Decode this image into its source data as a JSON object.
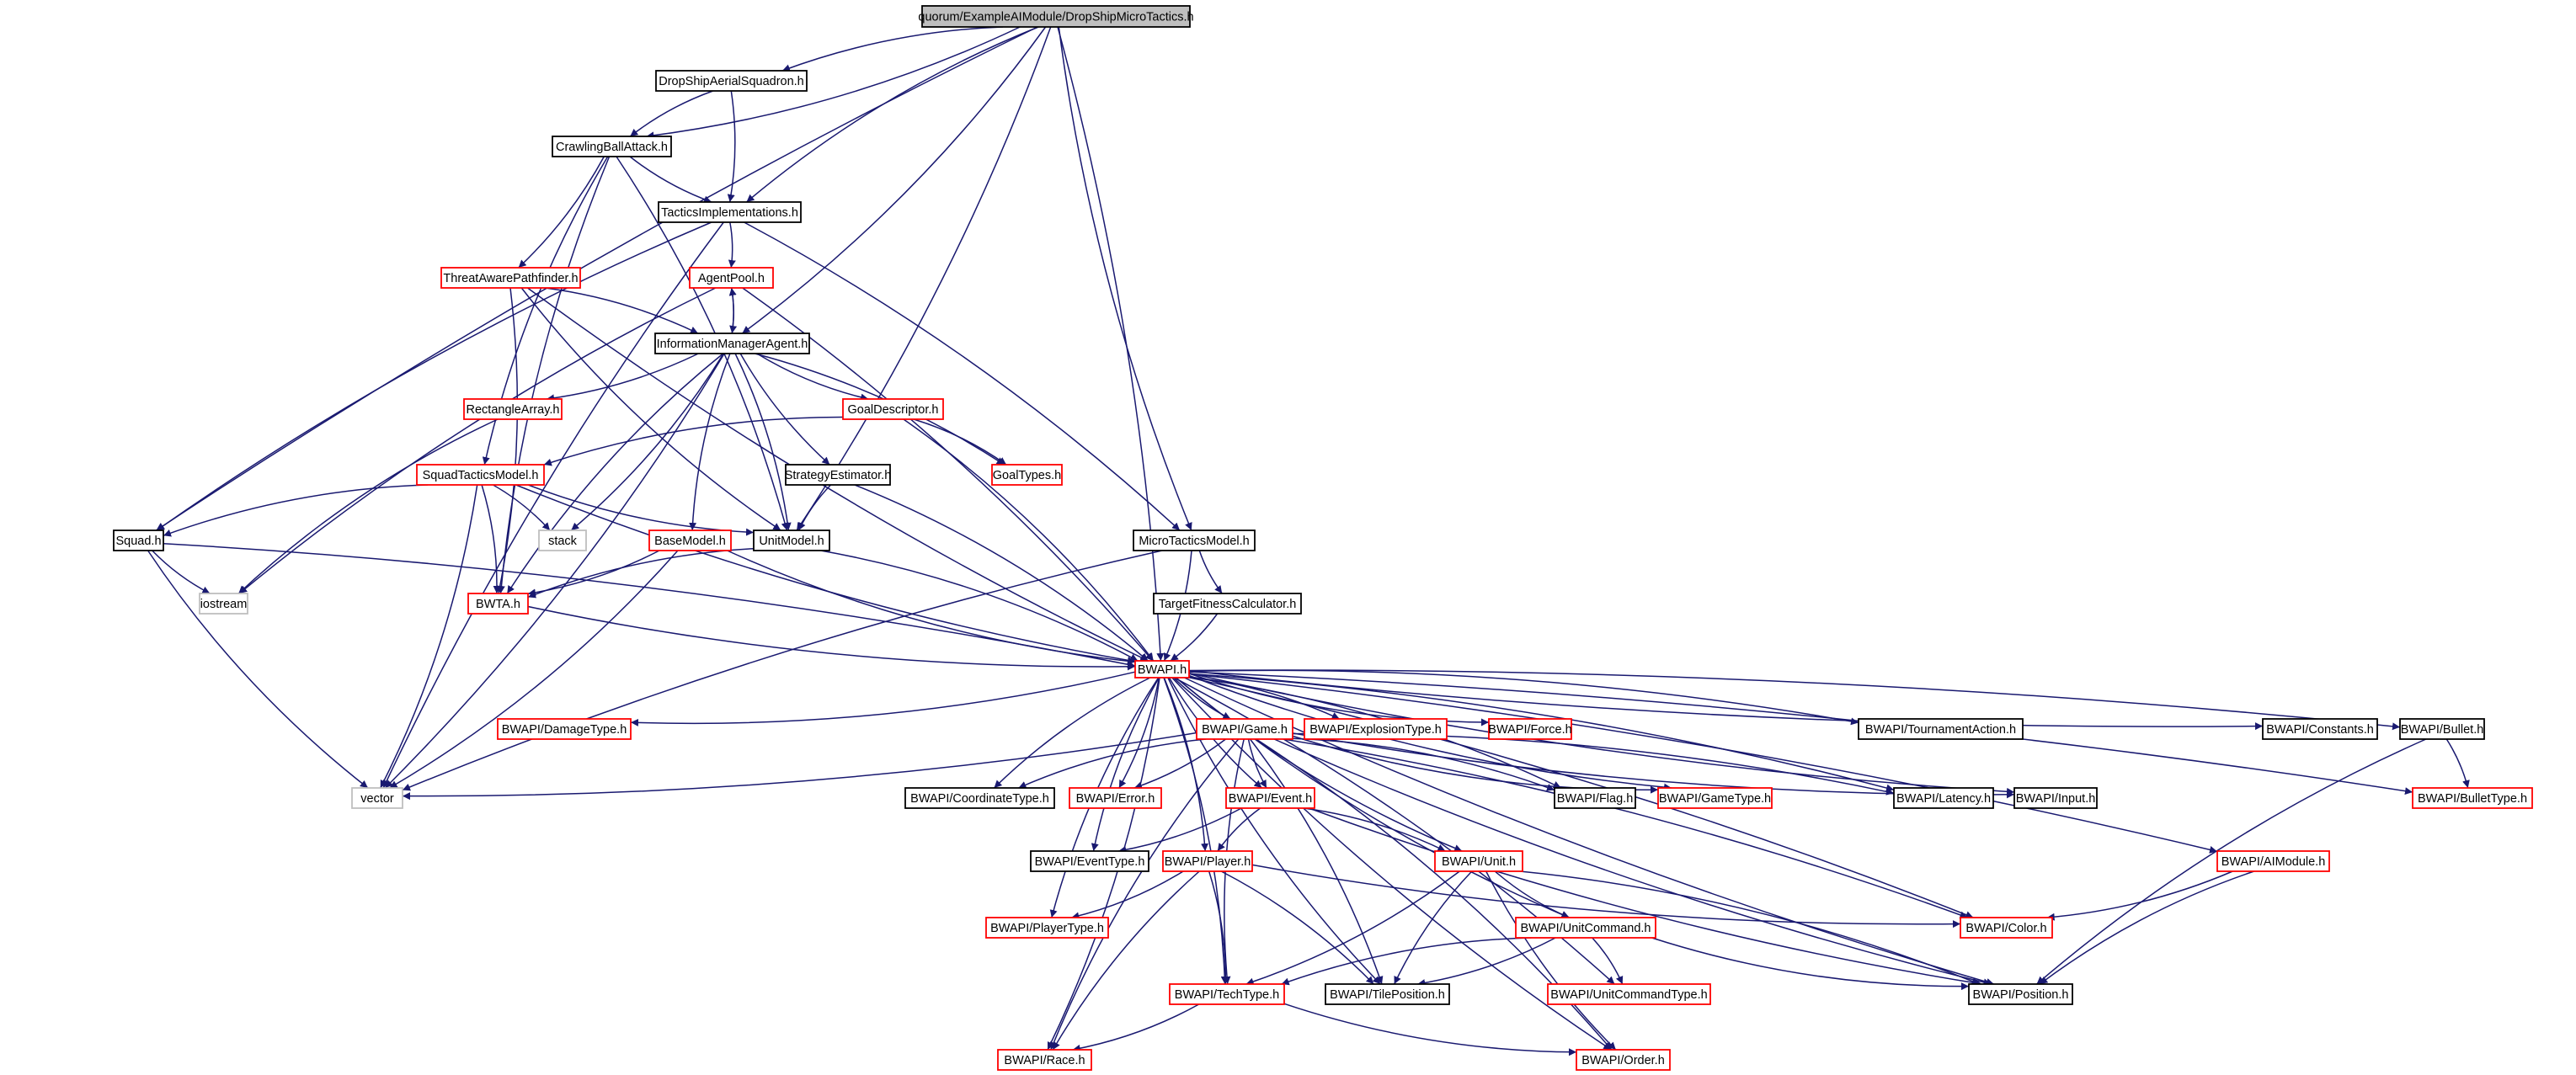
{
  "diagram": {
    "type": "include-dependency-graph",
    "colors": {
      "root_fill": "#bfbfbf",
      "node_fill": "#ffffff",
      "border_default": "#000000",
      "border_truncated": "#ff0000",
      "border_leaf": "#bfbfbf",
      "edge": "#191970"
    },
    "nodes": [
      {
        "id": "root",
        "label": "quorum/ExampleAIModule/DropShipMicroTactics.h",
        "style": "root"
      },
      {
        "id": "dsas",
        "label": "DropShipAerialSquadron.h",
        "style": "default"
      },
      {
        "id": "cba",
        "label": "CrawlingBallAttack.h",
        "style": "default"
      },
      {
        "id": "ti",
        "label": "TacticsImplementations.h",
        "style": "default"
      },
      {
        "id": "tapf",
        "label": "ThreatAwarePathfinder.h",
        "style": "truncated"
      },
      {
        "id": "ap",
        "label": "AgentPool.h",
        "style": "truncated"
      },
      {
        "id": "ima",
        "label": "InformationManagerAgent.h",
        "style": "default"
      },
      {
        "id": "ra",
        "label": "RectangleArray.h",
        "style": "truncated"
      },
      {
        "id": "gd",
        "label": "GoalDescriptor.h",
        "style": "truncated"
      },
      {
        "id": "gt",
        "label": "GoalTypes.h",
        "style": "truncated"
      },
      {
        "id": "stm",
        "label": "SquadTacticsModel.h",
        "style": "truncated"
      },
      {
        "id": "se",
        "label": "StrategyEstimator.h",
        "style": "default"
      },
      {
        "id": "sq",
        "label": "Squad.h",
        "style": "default"
      },
      {
        "id": "stack",
        "label": "stack",
        "style": "leaf"
      },
      {
        "id": "bm",
        "label": "BaseModel.h",
        "style": "truncated"
      },
      {
        "id": "um",
        "label": "UnitModel.h",
        "style": "default"
      },
      {
        "id": "mtm",
        "label": "MicroTacticsModel.h",
        "style": "default"
      },
      {
        "id": "iostream",
        "label": "iostream",
        "style": "leaf"
      },
      {
        "id": "bwta",
        "label": "BWTA.h",
        "style": "truncated"
      },
      {
        "id": "tfc",
        "label": "TargetFitnessCalculator.h",
        "style": "default"
      },
      {
        "id": "bwapi",
        "label": "BWAPI.h",
        "style": "truncated"
      },
      {
        "id": "dmg",
        "label": "BWAPI/DamageType.h",
        "style": "truncated"
      },
      {
        "id": "game",
        "label": "BWAPI/Game.h",
        "style": "truncated"
      },
      {
        "id": "expl",
        "label": "BWAPI/ExplosionType.h",
        "style": "truncated"
      },
      {
        "id": "force",
        "label": "BWAPI/Force.h",
        "style": "truncated"
      },
      {
        "id": "tourn",
        "label": "BWAPI/TournamentAction.h",
        "style": "default"
      },
      {
        "id": "const",
        "label": "BWAPI/Constants.h",
        "style": "default"
      },
      {
        "id": "bullet",
        "label": "BWAPI/Bullet.h",
        "style": "default"
      },
      {
        "id": "vector",
        "label": "vector",
        "style": "leaf"
      },
      {
        "id": "coord",
        "label": "BWAPI/CoordinateType.h",
        "style": "default"
      },
      {
        "id": "error",
        "label": "BWAPI/Error.h",
        "style": "truncated"
      },
      {
        "id": "event",
        "label": "BWAPI/Event.h",
        "style": "truncated"
      },
      {
        "id": "flag",
        "label": "BWAPI/Flag.h",
        "style": "default"
      },
      {
        "id": "gtype",
        "label": "BWAPI/GameType.h",
        "style": "truncated"
      },
      {
        "id": "lat",
        "label": "BWAPI/Latency.h",
        "style": "default"
      },
      {
        "id": "input",
        "label": "BWAPI/Input.h",
        "style": "default"
      },
      {
        "id": "btype",
        "label": "BWAPI/BulletType.h",
        "style": "truncated"
      },
      {
        "id": "evtype",
        "label": "BWAPI/EventType.h",
        "style": "default"
      },
      {
        "id": "player",
        "label": "BWAPI/Player.h",
        "style": "truncated"
      },
      {
        "id": "unit",
        "label": "BWAPI/Unit.h",
        "style": "truncated"
      },
      {
        "id": "aimod",
        "label": "BWAPI/AIModule.h",
        "style": "truncated"
      },
      {
        "id": "ptype",
        "label": "BWAPI/PlayerType.h",
        "style": "truncated"
      },
      {
        "id": "color",
        "label": "BWAPI/Color.h",
        "style": "truncated"
      },
      {
        "id": "ucmd",
        "label": "BWAPI/UnitCommand.h",
        "style": "truncated"
      },
      {
        "id": "tech",
        "label": "BWAPI/TechType.h",
        "style": "truncated"
      },
      {
        "id": "tilepos",
        "label": "BWAPI/TilePosition.h",
        "style": "default"
      },
      {
        "id": "uctype",
        "label": "BWAPI/UnitCommandType.h",
        "style": "truncated"
      },
      {
        "id": "pos",
        "label": "BWAPI/Position.h",
        "style": "default"
      },
      {
        "id": "race",
        "label": "BWAPI/Race.h",
        "style": "truncated"
      },
      {
        "id": "order",
        "label": "BWAPI/Order.h",
        "style": "truncated"
      }
    ],
    "edges": [
      [
        "root",
        "dsas"
      ],
      [
        "root",
        "cba"
      ],
      [
        "root",
        "ti"
      ],
      [
        "root",
        "ima"
      ],
      [
        "root",
        "sq"
      ],
      [
        "root",
        "um"
      ],
      [
        "root",
        "mtm"
      ],
      [
        "root",
        "bwapi"
      ],
      [
        "dsas",
        "cba"
      ],
      [
        "dsas",
        "ti"
      ],
      [
        "cba",
        "ti"
      ],
      [
        "cba",
        "tapf"
      ],
      [
        "cba",
        "stm"
      ],
      [
        "cba",
        "um"
      ],
      [
        "cba",
        "bwta"
      ],
      [
        "ti",
        "ap"
      ],
      [
        "ti",
        "sq"
      ],
      [
        "ti",
        "mtm"
      ],
      [
        "ti",
        "vector"
      ],
      [
        "tapf",
        "ima"
      ],
      [
        "tapf",
        "um"
      ],
      [
        "tapf",
        "bwta"
      ],
      [
        "tapf",
        "bwapi"
      ],
      [
        "ap",
        "ima"
      ],
      [
        "ap",
        "iostream"
      ],
      [
        "ap",
        "bwapi"
      ],
      [
        "ima",
        "ap"
      ],
      [
        "ima",
        "ra"
      ],
      [
        "ima",
        "gd"
      ],
      [
        "ima",
        "gt"
      ],
      [
        "ima",
        "se"
      ],
      [
        "ima",
        "stack"
      ],
      [
        "ima",
        "bm"
      ],
      [
        "ima",
        "um"
      ],
      [
        "ima",
        "bwta"
      ],
      [
        "ima",
        "vector"
      ],
      [
        "ra",
        "iostream"
      ],
      [
        "gd",
        "gt"
      ],
      [
        "gd",
        "stm"
      ],
      [
        "gd",
        "bwapi"
      ],
      [
        "stm",
        "sq"
      ],
      [
        "stm",
        "stack"
      ],
      [
        "stm",
        "um"
      ],
      [
        "stm",
        "bwta"
      ],
      [
        "stm",
        "bwapi"
      ],
      [
        "stm",
        "vector"
      ],
      [
        "se",
        "um"
      ],
      [
        "se",
        "bwapi"
      ],
      [
        "sq",
        "iostream"
      ],
      [
        "sq",
        "bwapi"
      ],
      [
        "sq",
        "vector"
      ],
      [
        "bm",
        "bwta"
      ],
      [
        "bm",
        "bwapi"
      ],
      [
        "bm",
        "vector"
      ],
      [
        "um",
        "bwta"
      ],
      [
        "um",
        "bwapi"
      ],
      [
        "mtm",
        "tfc"
      ],
      [
        "mtm",
        "bwapi"
      ],
      [
        "mtm",
        "vector"
      ],
      [
        "tfc",
        "bwapi"
      ],
      [
        "bwta",
        "bwapi"
      ],
      [
        "bwapi",
        "dmg"
      ],
      [
        "bwapi",
        "game"
      ],
      [
        "bwapi",
        "expl"
      ],
      [
        "bwapi",
        "force"
      ],
      [
        "bwapi",
        "tourn"
      ],
      [
        "bwapi",
        "const"
      ],
      [
        "bwapi",
        "bullet"
      ],
      [
        "bwapi",
        "coord"
      ],
      [
        "bwapi",
        "error"
      ],
      [
        "bwapi",
        "event"
      ],
      [
        "bwapi",
        "flag"
      ],
      [
        "bwapi",
        "gtype"
      ],
      [
        "bwapi",
        "lat"
      ],
      [
        "bwapi",
        "input"
      ],
      [
        "bwapi",
        "btype"
      ],
      [
        "bwapi",
        "evtype"
      ],
      [
        "bwapi",
        "player"
      ],
      [
        "bwapi",
        "unit"
      ],
      [
        "bwapi",
        "aimod"
      ],
      [
        "bwapi",
        "ptype"
      ],
      [
        "bwapi",
        "color"
      ],
      [
        "bwapi",
        "ucmd"
      ],
      [
        "bwapi",
        "tech"
      ],
      [
        "bwapi",
        "tilepos"
      ],
      [
        "bwapi",
        "uctype"
      ],
      [
        "bwapi",
        "pos"
      ],
      [
        "bwapi",
        "race"
      ],
      [
        "bwapi",
        "order"
      ],
      [
        "game",
        "vector"
      ],
      [
        "game",
        "coord"
      ],
      [
        "game",
        "error"
      ],
      [
        "game",
        "event"
      ],
      [
        "game",
        "flag"
      ],
      [
        "game",
        "gtype"
      ],
      [
        "game",
        "lat"
      ],
      [
        "game",
        "input"
      ],
      [
        "game",
        "color"
      ],
      [
        "game",
        "tech"
      ],
      [
        "game",
        "tilepos"
      ],
      [
        "game",
        "race"
      ],
      [
        "game",
        "order"
      ],
      [
        "game",
        "pos"
      ],
      [
        "event",
        "evtype"
      ],
      [
        "event",
        "player"
      ],
      [
        "event",
        "unit"
      ],
      [
        "event",
        "pos"
      ],
      [
        "player",
        "ptype"
      ],
      [
        "player",
        "color"
      ],
      [
        "player",
        "tech"
      ],
      [
        "player",
        "race"
      ],
      [
        "player",
        "tilepos"
      ],
      [
        "unit",
        "ucmd"
      ],
      [
        "unit",
        "tech"
      ],
      [
        "unit",
        "tilepos"
      ],
      [
        "unit",
        "pos"
      ],
      [
        "unit",
        "order"
      ],
      [
        "aimod",
        "color"
      ],
      [
        "aimod",
        "pos"
      ],
      [
        "bullet",
        "btype"
      ],
      [
        "bullet",
        "pos"
      ],
      [
        "ucmd",
        "uctype"
      ],
      [
        "ucmd",
        "tech"
      ],
      [
        "ucmd",
        "tilepos"
      ],
      [
        "ucmd",
        "pos"
      ],
      [
        "tech",
        "race"
      ],
      [
        "tech",
        "order"
      ]
    ]
  }
}
